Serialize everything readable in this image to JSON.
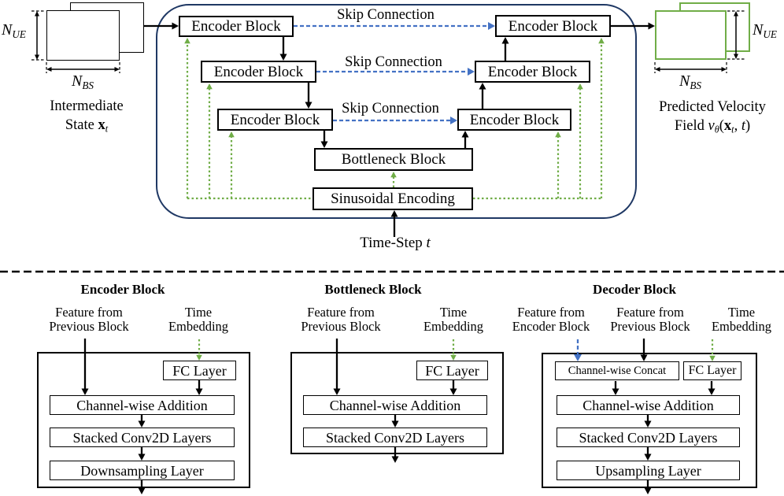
{
  "diagram": {
    "colors": {
      "green": "#70AD47",
      "blue": "#4472C4",
      "navy": "#1F3864"
    },
    "unet": {
      "dims": {
        "n": "N",
        "ue": "UE",
        "bs": "BS"
      },
      "input_label": {
        "line1": "Intermediate",
        "line2_pre": "State ",
        "vec": "x",
        "vec_sub": "t"
      },
      "output_label": {
        "line1": "Predicted Velocity",
        "line2_pre": "Field ",
        "v": "v",
        "v_sub": "θ",
        "open": "(",
        "vec": "x",
        "vec_sub": "t",
        "comma": ", ",
        "t": "t",
        "close": ")"
      },
      "encoders_left": [
        "Encoder Block",
        "Encoder Block",
        "Encoder Block"
      ],
      "encoders_right": [
        "Encoder Block",
        "Encoder Block",
        "Encoder Block"
      ],
      "skip_labels": [
        "Skip Connection",
        "Skip Connection",
        "Skip Connection"
      ],
      "bottleneck_label": "Bottleneck Block",
      "sinusoidal_label": "Sinusoidal Encoding",
      "timestep": {
        "pre": "Time-Step ",
        "var": "t"
      }
    },
    "blocks": {
      "encoder": {
        "title": "Encoder Block",
        "in1": {
          "line1": "Feature from",
          "line2": "Previous Block"
        },
        "in2": {
          "line1": "Time",
          "line2": "Embedding"
        },
        "fc": "FC Layer",
        "add": "Channel-wise Addition",
        "conv": "Stacked Conv2D Layers",
        "down": "Downsampling Layer"
      },
      "bottleneck": {
        "title": "Bottleneck Block",
        "in1": {
          "line1": "Feature from",
          "line2": "Previous Block"
        },
        "in2": {
          "line1": "Time",
          "line2": "Embedding"
        },
        "fc": "FC Layer",
        "add": "Channel-wise Addition",
        "conv": "Stacked Conv2D Layers"
      },
      "decoder": {
        "title": "Decoder Block",
        "in1": {
          "line1": "Feature from",
          "line2": "Encoder Block"
        },
        "in2": {
          "line1": "Feature from",
          "line2": "Previous Block"
        },
        "in3": {
          "line1": "Time",
          "line2": "Embedding"
        },
        "concat": "Channel-wise Concat",
        "fc": "FC Layer",
        "add": "Channel-wise Addition",
        "conv": "Stacked Conv2D Layers",
        "up": "Upsampling Layer"
      }
    }
  }
}
